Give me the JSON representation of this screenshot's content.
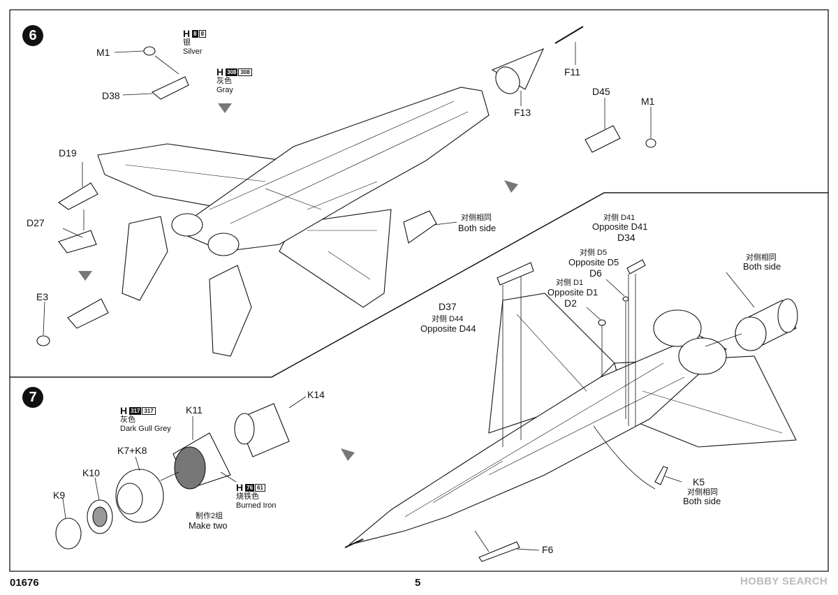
{
  "steps": {
    "six": "6",
    "seven": "7"
  },
  "step6": {
    "parts": {
      "m1_top": "M1",
      "d38": "D38",
      "d19": "D19",
      "d27": "D27",
      "e3": "E3",
      "f11": "F11",
      "f13": "F13",
      "d45": "D45",
      "m1_right": "M1"
    },
    "paint_silver": {
      "h": "H",
      "codes": [
        "8",
        "8"
      ],
      "cn": "银",
      "en": "Silver"
    },
    "paint_gray": {
      "h": "H",
      "codes": [
        "308",
        "308"
      ],
      "cn": "灰色",
      "en": "Gray"
    },
    "both_side_cn": "对侧相同",
    "both_side_en": "Both side"
  },
  "step6b": {
    "opp_d41_cn": "对侧 D41",
    "opp_d41_en": "Opposite D41",
    "d34": "D34",
    "opp_d5_cn": "对侧 D5",
    "opp_d5_en": "Opposite D5",
    "d6": "D6",
    "opp_d1_cn": "对侧 D1",
    "opp_d1_en": "Opposite D1",
    "d2": "D2",
    "d37": "D37",
    "opp_d44_cn": "对侧 D44",
    "opp_d44_en": "Opposite D44",
    "both_cn": "对侧相同",
    "both_en": "Both side",
    "k5": "K5",
    "k5_cn": "对侧相同",
    "k5_en": "Both side",
    "f6": "F6"
  },
  "step7": {
    "paint_dgg": {
      "h": "H",
      "codes": [
        "317",
        "317"
      ],
      "cn": "灰色",
      "en": "Dark Gull Grey"
    },
    "paint_iron": {
      "h": "H",
      "codes": [
        "76",
        "61"
      ],
      "cn": "烧铁色",
      "en": "Burned Iron"
    },
    "k14": "K14",
    "k11": "K11",
    "k7k8": "K7+K8",
    "k10": "K10",
    "k9": "K9",
    "make_two_cn": "制作2组",
    "make_two_en": "Make two"
  },
  "footer": {
    "code": "01676",
    "page": "5"
  },
  "watermark": "HOBBY SEARCH"
}
